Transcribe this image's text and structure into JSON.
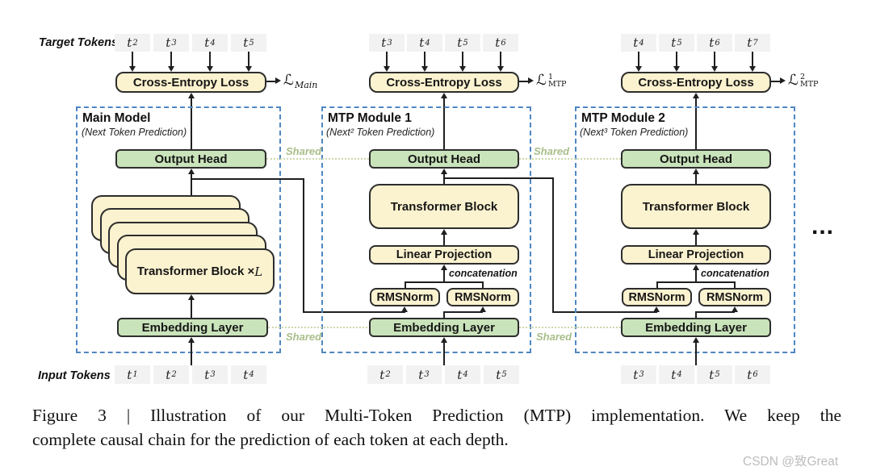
{
  "colors": {
    "cream": "#FBF2CF",
    "green": "#C9E3BA",
    "token_gray": "#F2F2F2",
    "dash_blue": "#4F87C2",
    "shared_green": "#A9BE8A",
    "shared_dot": "#CCD8AB",
    "line_dark": "#1F1F1F",
    "watermark_gray": "#BCBCBC"
  },
  "labels": {
    "target_tokens": "Target Tokens",
    "input_tokens": "Input Tokens",
    "shared": "Shared",
    "concatenation": "concatenation",
    "ellipsis": "...",
    "cross_entropy": "Cross-Entropy Loss",
    "output_head": "Output Head",
    "embedding_layer": "Embedding Layer",
    "transformer_block": "Transformer Block",
    "linear_projection": "Linear Projection",
    "rmsnorm": "RMSNorm"
  },
  "modules": [
    {
      "title": "Main Model",
      "subtitle": "(Next Token Prediction)",
      "loss": {
        "script": "ℒ",
        "sup": "",
        "sub": "Main"
      },
      "stack": {
        "label": "Transformer Block × ",
        "var": "L"
      },
      "target_tokens": [
        {
          "b": "t",
          "s": "2"
        },
        {
          "b": "t",
          "s": "3"
        },
        {
          "b": "t",
          "s": "4"
        },
        {
          "b": "t",
          "s": "5"
        }
      ],
      "input_tokens": [
        {
          "b": "t",
          "s": "1"
        },
        {
          "b": "t",
          "s": "2"
        },
        {
          "b": "t",
          "s": "3"
        },
        {
          "b": "t",
          "s": "4"
        }
      ]
    },
    {
      "title": "MTP Module 1",
      "subtitle": "(Next² Token Prediction)",
      "loss": {
        "script": "ℒ",
        "sup": "1",
        "sub": "MTP"
      },
      "target_tokens": [
        {
          "b": "t",
          "s": "3"
        },
        {
          "b": "t",
          "s": "4"
        },
        {
          "b": "t",
          "s": "5"
        },
        {
          "b": "t",
          "s": "6"
        }
      ],
      "input_tokens": [
        {
          "b": "t",
          "s": "2"
        },
        {
          "b": "t",
          "s": "3"
        },
        {
          "b": "t",
          "s": "4"
        },
        {
          "b": "t",
          "s": "5"
        }
      ]
    },
    {
      "title": "MTP Module 2",
      "subtitle": "(Next³ Token Prediction)",
      "loss": {
        "script": "ℒ",
        "sup": "2",
        "sub": "MTP"
      },
      "target_tokens": [
        {
          "b": "t",
          "s": "4"
        },
        {
          "b": "t",
          "s": "5"
        },
        {
          "b": "t",
          "s": "6"
        },
        {
          "b": "t",
          "s": "7"
        }
      ],
      "input_tokens": [
        {
          "b": "t",
          "s": "3"
        },
        {
          "b": "t",
          "s": "4"
        },
        {
          "b": "t",
          "s": "5"
        },
        {
          "b": "t",
          "s": "6"
        }
      ]
    }
  ],
  "caption": {
    "line1": "Figure 3 | Illustration of our Multi-Token Prediction (MTP) implementation.  We keep the",
    "line2": "complete causal chain for the prediction of each token at each depth."
  },
  "watermark": "CSDN @致Great"
}
